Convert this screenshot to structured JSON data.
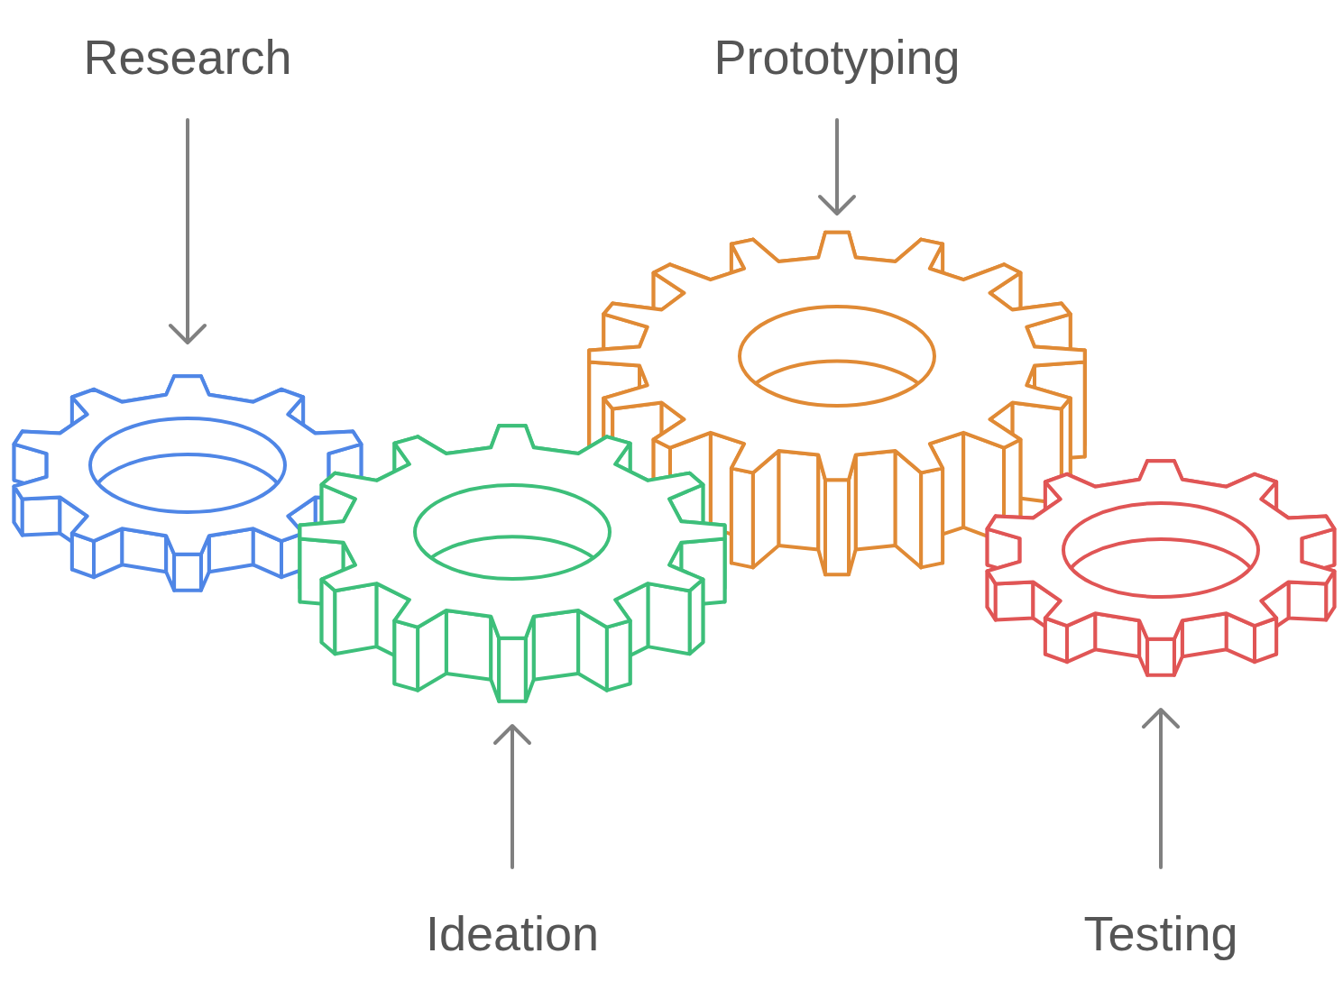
{
  "diagram": {
    "labels": [
      "Research",
      "Prototyping",
      "Ideation",
      "Testing"
    ]
  }
}
